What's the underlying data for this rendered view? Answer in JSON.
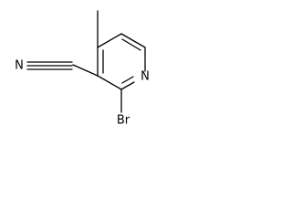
{
  "molecule": {
    "atoms": {
      "nitrile_n": "N",
      "ring_n": "N",
      "bromine": "Br"
    }
  }
}
